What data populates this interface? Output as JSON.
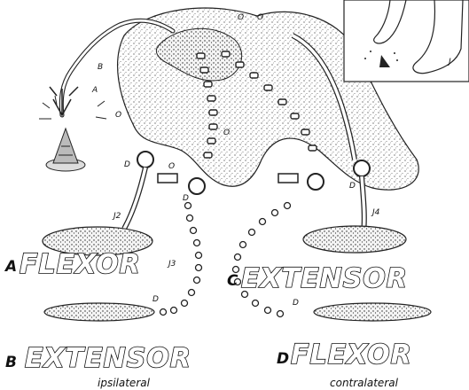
{
  "labels": {
    "panel_a_letter": "A",
    "panel_a_word": "FLEXOR",
    "panel_b_letter": "B",
    "panel_b_word": "EXTENSOR",
    "panel_b_caption": "ipsilateral",
    "panel_c_letter": "C",
    "panel_c_word": "EXTENSOR",
    "panel_d_letter": "D",
    "panel_d_word": "FLEXOR",
    "panel_d_caption": "contralateral",
    "nerve_a": "A",
    "nerve_b": "B",
    "neuron_o1": "O",
    "neuron_o2": "O",
    "neuron_o3": "O",
    "neuron_o4": "O",
    "neuron_o5": "O",
    "motor_d1": "D",
    "motor_d2": "D",
    "motor_d3": "D",
    "motor_d4": "D",
    "junction_j2": "J2",
    "junction_j3": "J3",
    "junction_j4": "J4",
    "junction_j": "J",
    "junction_d": "D"
  }
}
